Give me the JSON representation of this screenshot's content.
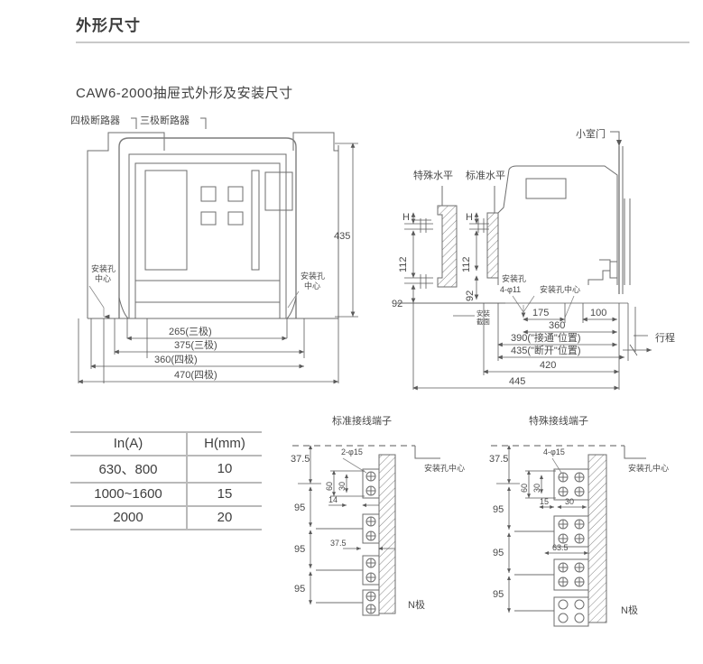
{
  "header": {
    "section_title": "外形尺寸",
    "figure_caption": "CAW6-2000抽屉式外形及安装尺寸"
  },
  "front_view": {
    "label_four_pole": "四极断路器",
    "label_three_pole": "三极断路器",
    "height_dim": "435",
    "mount_hole_left": "安装孔\n中心",
    "mount_hole_left_l1": "安装孔",
    "mount_hole_left_l2": "中心",
    "mount_hole_right_l1": "安装孔",
    "mount_hole_right_l2": "中心",
    "dims": [
      "265(三极)",
      "375(三极)",
      "360(四极)",
      "470(四极)"
    ]
  },
  "side_view": {
    "label_special_level": "特殊水平",
    "label_standard_level": "标准水平",
    "label_cabinet_door": "小室门",
    "label_h_left": "H",
    "label_h_right": "H",
    "dim_112_left": "112",
    "dim_112_right": "112",
    "dim_92_left": "92",
    "dim_92_right": "92",
    "label_mount_hole_l1": "安装孔",
    "label_mount_hole_l2": "4-φ11",
    "label_mount_hole_center": "安装孔中心",
    "label_mount_section_l1": "安装",
    "label_mount_section_l2": "截面",
    "label_stroke": "行程",
    "dim_175": "175",
    "dim_100": "100",
    "dim_360": "360",
    "dim_390": "390(\"接通\"位置)",
    "dim_435": "435(\"断开\"位置)",
    "dim_420": "420",
    "dim_445": "445"
  },
  "spec_table": {
    "headers": [
      "In(A)",
      "H(mm)"
    ],
    "rows": [
      [
        "630、800",
        "10"
      ],
      [
        "1000~1600",
        "15"
      ],
      [
        "2000",
        "20"
      ]
    ]
  },
  "terminal_standard": {
    "title": "标准接线端子",
    "label_mount_hole_center": "安装孔中心",
    "label_holes": "2-φ15",
    "dim_37_5_top": "37.5",
    "dim_95_a": "95",
    "dim_95_b": "95",
    "dim_95_c": "95",
    "dim_60": "60",
    "dim_30": "30",
    "dim_14": "14",
    "dim_37_5_mid": "37.5",
    "label_n_pole": "N极"
  },
  "terminal_special": {
    "title": "特殊接线端子",
    "label_mount_hole_center": "安装孔中心",
    "label_holes": "4-φ15",
    "dim_37_5_top": "37.5",
    "dim_95_a": "95",
    "dim_95_b": "95",
    "dim_95_c": "95",
    "dim_60": "60",
    "dim_30v": "30",
    "dim_15": "15",
    "dim_30h": "30",
    "dim_63_5": "63.5",
    "label_n_pole": "N极"
  },
  "colors": {
    "line": "#6d6d6d",
    "text": "#4a4a4a",
    "rule": "#c9c9c9"
  }
}
